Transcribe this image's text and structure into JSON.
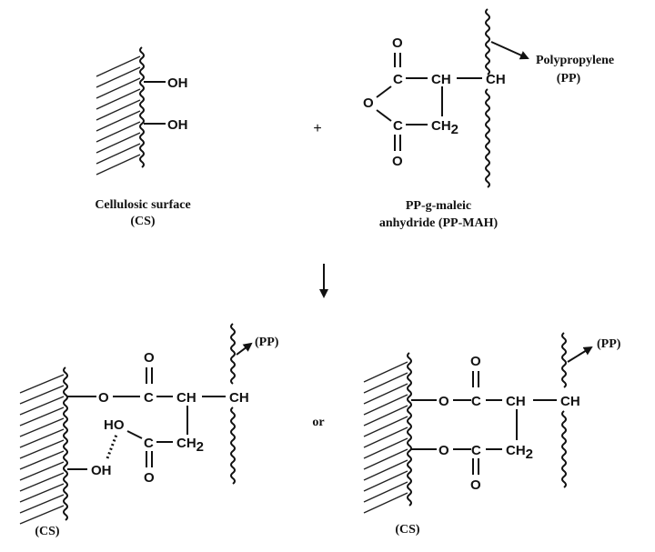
{
  "atoms": {
    "oh": "OH",
    "o": "O",
    "c": "C",
    "ch": "CH",
    "ch2_main": "CH",
    "ch2_sub": "2",
    "ho": "HO"
  },
  "labels": {
    "polypropylene": "Polypropylene",
    "pp_paren": "(PP)",
    "cellulosic_surface": "Cellulosic surface",
    "cs_paren": "(CS)",
    "pp_g_maleic": "PP-g-maleic",
    "anhydride": "anhydride (PP-MAH)",
    "plus": "+",
    "or": "or",
    "reaction_arrow": "↓"
  }
}
